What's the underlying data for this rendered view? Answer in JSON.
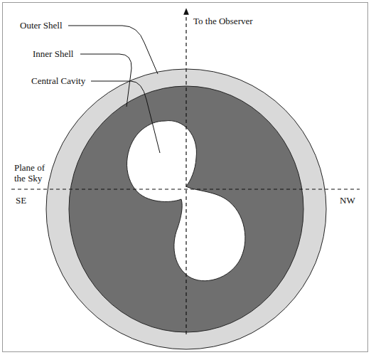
{
  "diagram": {
    "labels": [
      "Outer Shell",
      "Inner Shell",
      "Central Cavity",
      "To the Observer",
      "Plane of the Sky",
      "SE",
      "NW"
    ]
  }
}
